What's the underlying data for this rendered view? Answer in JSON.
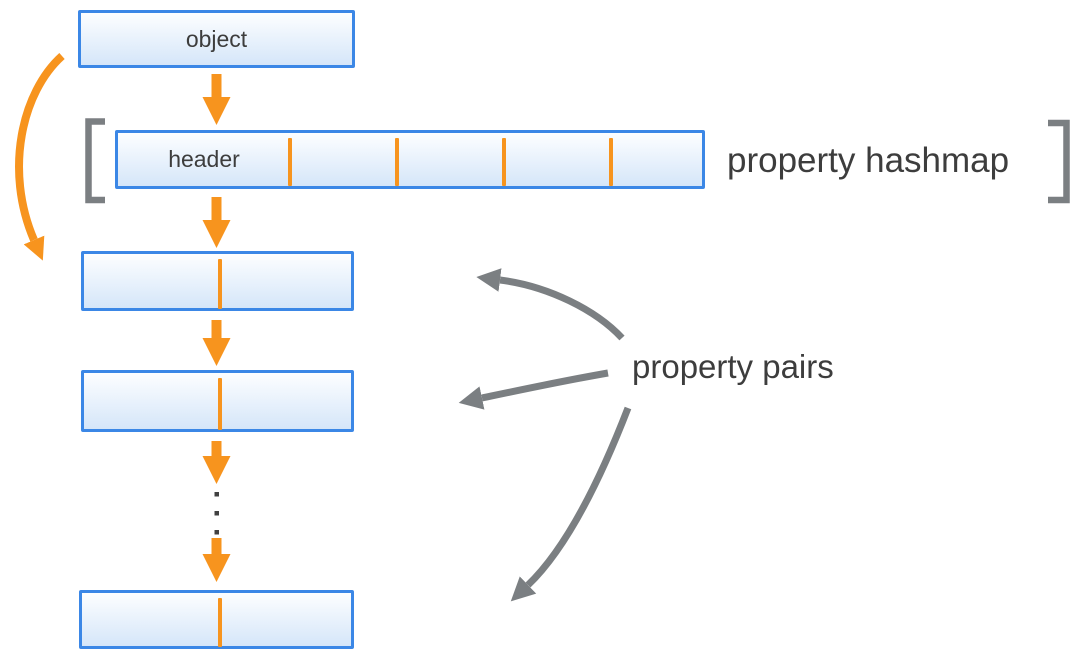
{
  "colors": {
    "box_border": "#3b87e6",
    "box_fill_top": "#fdfeff",
    "box_fill_bottom": "#d5e6f9",
    "orange": "#f7941e",
    "gray": "#7b7f82",
    "text": "#3d3d3d"
  },
  "nodes": {
    "object": {
      "label": "object"
    },
    "hashmap": {
      "header_label": "header",
      "slot_divider_count": 4
    },
    "property_pairs_count": 3
  },
  "labels": {
    "hashmap": "property hashmap",
    "pairs": "property pairs"
  }
}
